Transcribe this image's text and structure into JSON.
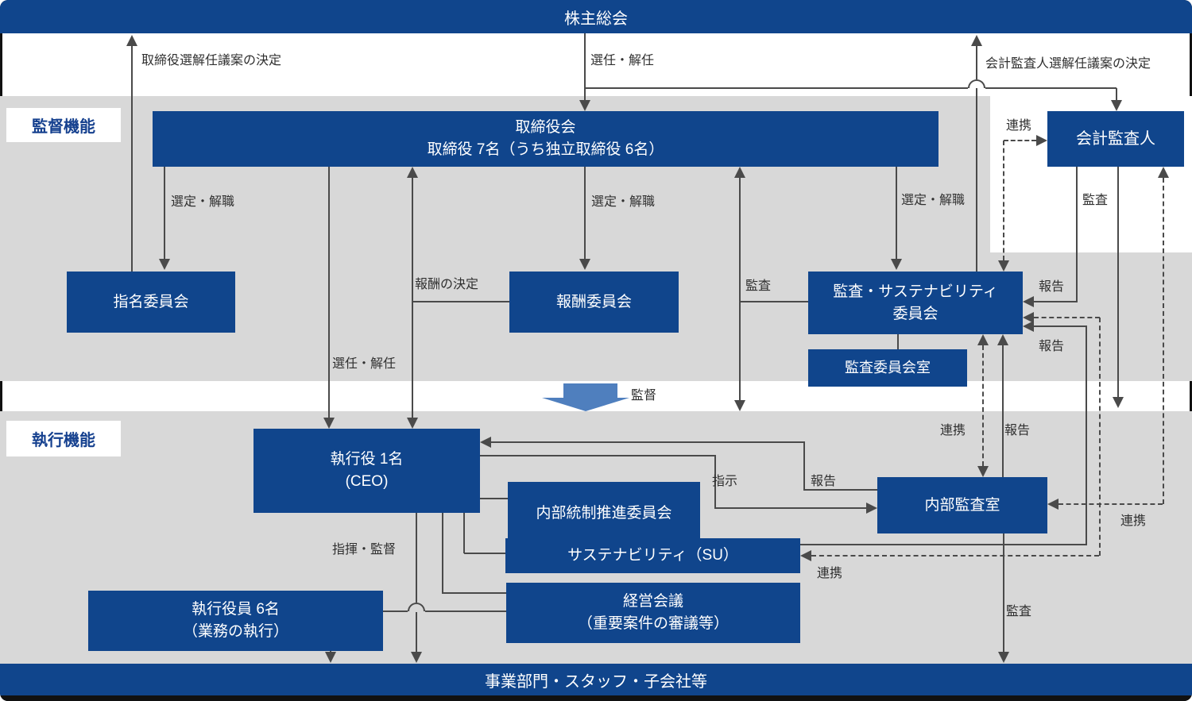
{
  "colors": {
    "primary_blue": "#10458c",
    "band_gray": "#d8d8d8",
    "line_gray": "#4a4a4a",
    "block_arrow_blue": "#4f7fbe"
  },
  "bars": {
    "top": "株主総会",
    "bottom": "事業部門・スタッフ・子会社等"
  },
  "sections": {
    "supervisory": "監督機能",
    "executive": "執行機能"
  },
  "nodes": {
    "board_line1": "取締役会",
    "board_line2": "取締役 7名（うち独立取締役 6名）",
    "accounting_auditor": "会計監査人",
    "nomination": "指名委員会",
    "compensation": "報酬委員会",
    "audit_sus_line1": "監査・サステナビリティ",
    "audit_sus_line2": "委員会",
    "audit_office": "監査委員会室",
    "ceo_line1": "執行役 1名",
    "ceo_line2": "(CEO)",
    "internal_control": "内部統制推進委員会",
    "sustainability": "サステナビリティ（SU）",
    "internal_audit": "内部監査室",
    "management_line1": "経営会議",
    "management_line2": "（重要案件の審議等）",
    "exec_officers_line1": "執行役員 6名",
    "exec_officers_line2": "（業務の執行）"
  },
  "edge_labels": {
    "director_election_proposal": "取締役選解任議案の決定",
    "auditor_election_proposal": "会計監査人選解任議案の決定",
    "appoint_dismiss": "選任・解任",
    "select_dismiss": "選定・解職",
    "compensation_decision": "報酬の決定",
    "audit": "監査",
    "report": "報告",
    "cooperation": "連携",
    "supervise": "監督",
    "instruct": "指示",
    "direct_supervise": "指揮・監督"
  }
}
